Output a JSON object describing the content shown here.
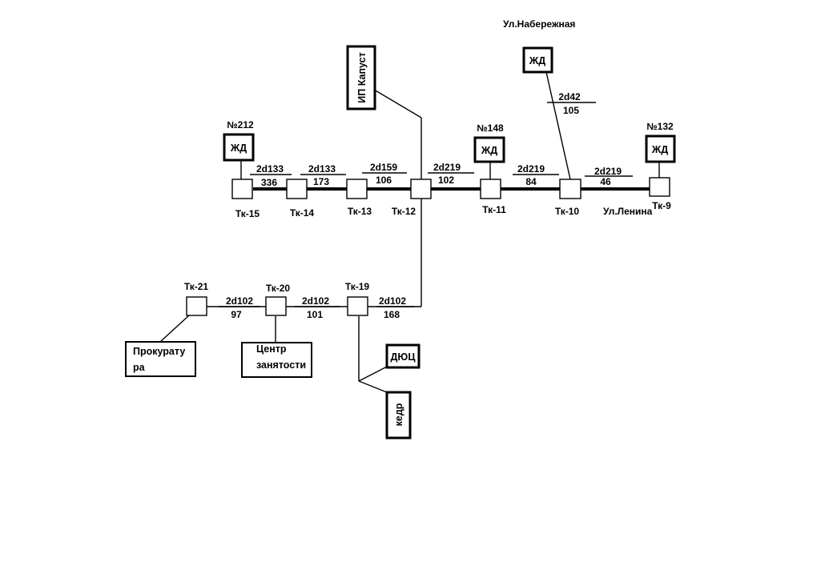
{
  "street_top": "Ул.Набережная",
  "street_main": "Ул.Ленина",
  "buildings": {
    "zhd_212": {
      "number": "№212",
      "label": "ЖД"
    },
    "zhd_148": {
      "number": "№148",
      "label": "ЖД"
    },
    "zhd_132": {
      "number": "№132",
      "label": "ЖД"
    },
    "zhd_top": {
      "label": "ЖД"
    },
    "ip_kapust": {
      "label": "ИП Капуст"
    },
    "prokuratura": {
      "line1": "Прокурату",
      "line2": "ра"
    },
    "centr": {
      "line1": "Центр",
      "line2": "занятости"
    },
    "dyuc": {
      "label": "ДЮЦ"
    },
    "kedr": {
      "label": "кедр"
    }
  },
  "chambers": {
    "tk15": "Тк-15",
    "tk14": "Тк-14",
    "tk13": "Тк-13",
    "tk12": "Тк-12",
    "tk11": "Тк-11",
    "tk10": "Тк-10",
    "tk9": "Тк-9",
    "tk21": "Тк-21",
    "tk20": "Тк-20",
    "tk19": "Тк-19"
  },
  "pipes": {
    "p15_14": {
      "diameter": "2d133",
      "length": "336"
    },
    "p14_13": {
      "diameter": "2d133",
      "length": "173"
    },
    "p13_12": {
      "diameter": "2d159",
      "length": "106"
    },
    "p12_11": {
      "diameter": "2d219",
      "length": "102"
    },
    "p11_10": {
      "diameter": "2d219",
      "length": "84"
    },
    "p10_9": {
      "diameter": "2d219",
      "length": "46"
    },
    "p_top": {
      "diameter": "2d42",
      "length": "105"
    },
    "p21_20": {
      "diameter": "2d102",
      "length": "97"
    },
    "p20_19": {
      "diameter": "2d102",
      "length": "101"
    },
    "p19_12": {
      "diameter": "2d102",
      "length": "168"
    }
  }
}
